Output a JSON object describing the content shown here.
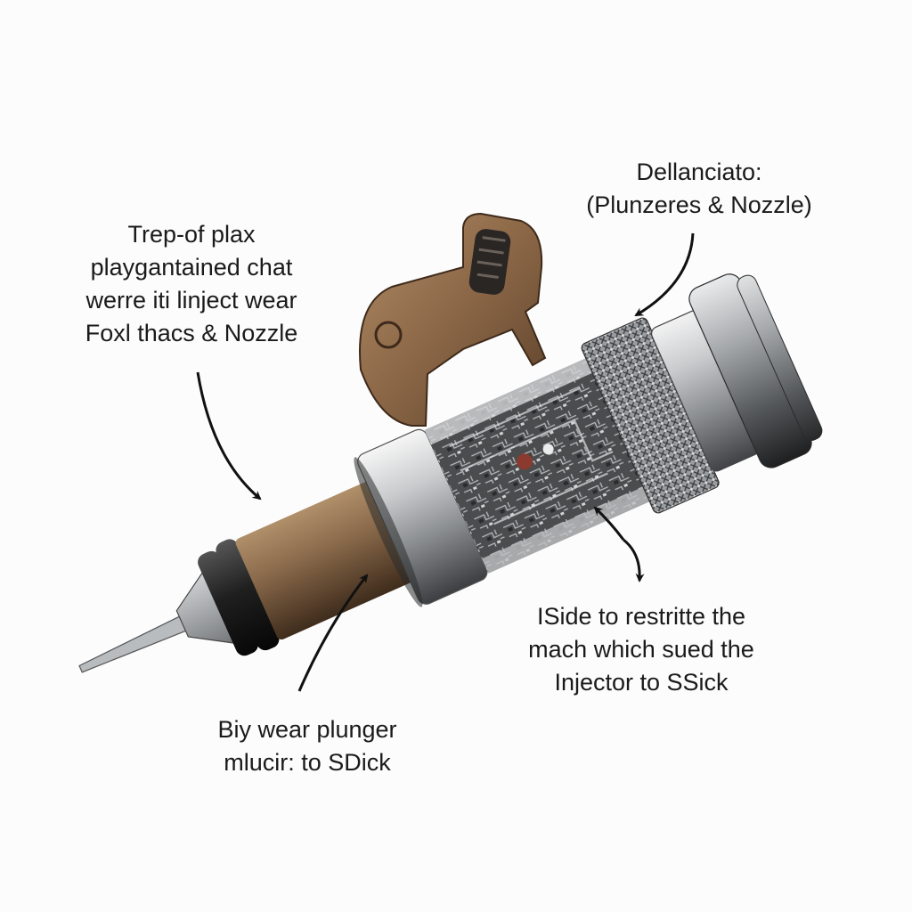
{
  "colors": {
    "background": "#fcfcfc",
    "steel": "#a9acaf",
    "bronze": "#7a5b3e",
    "dark_rubber": "#1c1c1c",
    "arrow": "#111111"
  },
  "callouts": {
    "top_left": {
      "line1": "Trep-of plax",
      "line2": "playgantained chat",
      "line3": "werre iti linject wear",
      "line4": "Foxl thacs & Nozzle"
    },
    "top_right": {
      "line1": "Dellanciato:",
      "line2": "(Plunzeres & Nozzle)"
    },
    "mid_right": {
      "line1": "ISide to restritte the",
      "line2": "mach which sued the",
      "line3": "Injector to SSick"
    },
    "bottom": {
      "line1": "Biy wear plunger",
      "line2": "mlucir: to SDick"
    }
  }
}
